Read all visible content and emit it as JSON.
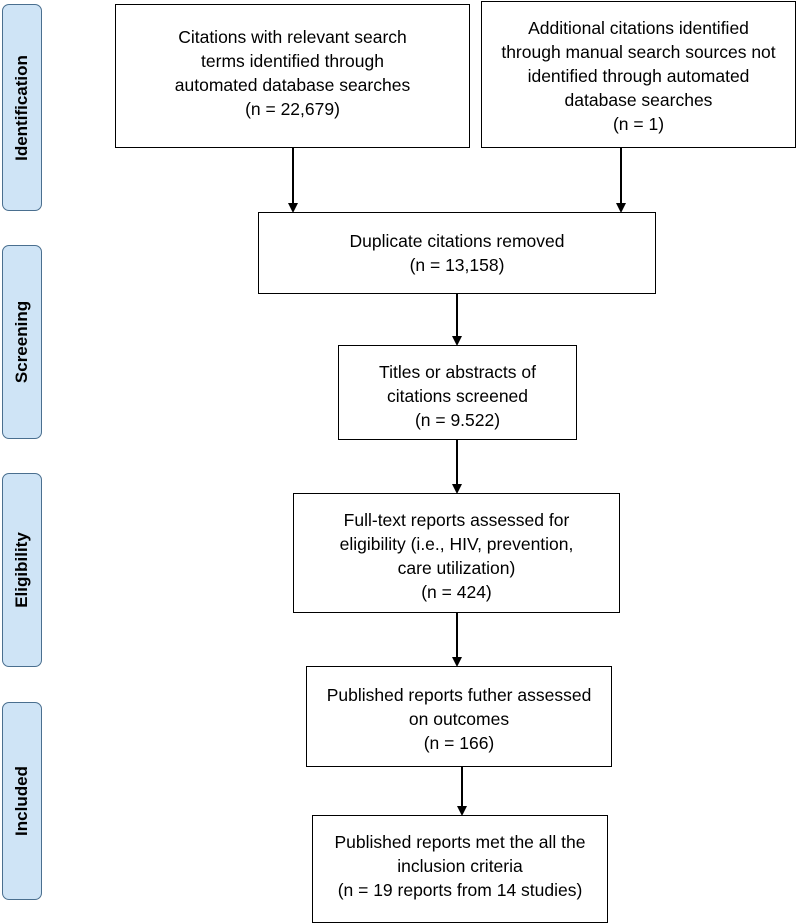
{
  "stages": {
    "identification": "Identification",
    "screening": "Screening",
    "eligibility": "Eligibility",
    "included": "Included"
  },
  "boxes": {
    "automated_search": {
      "lines": [
        "Citations with relevant search",
        "terms identified through",
        "automated database searches",
        "(n = 22,679)"
      ]
    },
    "manual_search": {
      "lines": [
        "Additional citations identified",
        "through manual search sources not",
        "identified through automated",
        "database searches",
        "(n = 1)"
      ]
    },
    "duplicates_removed": {
      "lines": [
        "Duplicate citations removed",
        "(n = 13,158)"
      ]
    },
    "titles_screened": {
      "lines": [
        "Titles or abstracts of",
        "citations screened",
        "(n = 9.522)"
      ]
    },
    "full_text": {
      "lines": [
        "Full-text reports assessed for",
        "eligibility (i.e., HIV, prevention,",
        "care utilization)",
        "(n = 424)"
      ]
    },
    "outcomes": {
      "lines": [
        "Published reports futher assessed",
        "on outcomes",
        "(n = 166)"
      ]
    },
    "included": {
      "lines": [
        "Published reports met the all the",
        "inclusion criteria",
        "(n = 19 reports from 14 studies)"
      ]
    }
  },
  "colors": {
    "stage_fill": "#cfe4f6",
    "stage_border": "#4a6f8f",
    "line": "#000000"
  }
}
